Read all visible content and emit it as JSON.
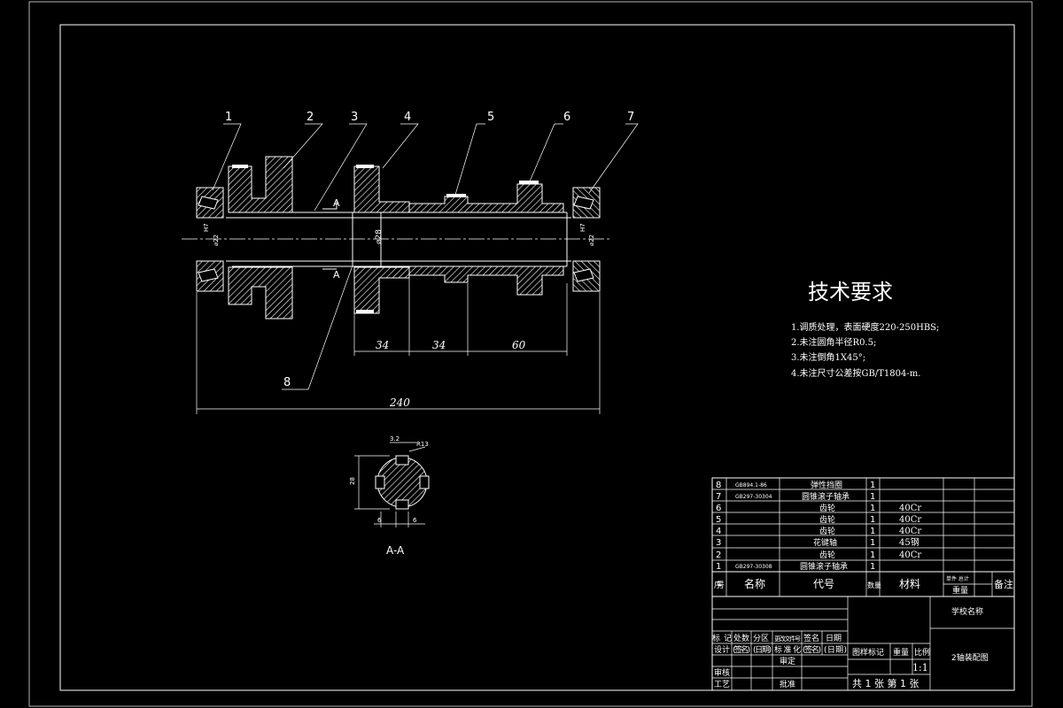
{
  "drawing": {
    "balloons": [
      "1",
      "2",
      "3",
      "4",
      "5",
      "6",
      "7",
      "8"
    ],
    "section_marks": {
      "top": "A",
      "bottom": "A",
      "label": "A-A"
    },
    "dims": {
      "d34a": "34",
      "d34b": "34",
      "d60": "60",
      "d240": "240",
      "dia28": "⌀28",
      "h7l": "H7",
      "h7r": "H7",
      "dia_l": "⌀22",
      "dia_r": "⌀22"
    },
    "section_dims": {
      "s1": "3.2",
      "s2": "R13",
      "s3": "28",
      "s4": "6",
      "s5": "6"
    }
  },
  "tech": {
    "title": "技术要求",
    "lines": [
      "1.调质处理，表面硬度220-250HBS;",
      "2.未注圆角半径R0.5;",
      "3.未注倒角1X45°;",
      "4.未注尺寸公差按GB/T1804-m."
    ]
  },
  "bom": {
    "rows": [
      {
        "no": "8",
        "code": "GB894.1-86",
        "name": "弹性挡圈",
        "qty": "1",
        "mat": ""
      },
      {
        "no": "7",
        "code": "GB297-30304",
        "name": "圆锥滚子轴承",
        "qty": "1",
        "mat": ""
      },
      {
        "no": "6",
        "code": "",
        "name": "齿轮",
        "qty": "1",
        "mat": "40Cr"
      },
      {
        "no": "5",
        "code": "",
        "name": "齿轮",
        "qty": "1",
        "mat": "40Cr"
      },
      {
        "no": "4",
        "code": "",
        "name": "齿轮",
        "qty": "1",
        "mat": "40Cr"
      },
      {
        "no": "3",
        "code": "",
        "name": "花键轴",
        "qty": "1",
        "mat": "45钢"
      },
      {
        "no": "2",
        "code": "",
        "name": "齿轮",
        "qty": "1",
        "mat": "40Cr"
      },
      {
        "no": "1",
        "code": "GB297-30308",
        "name": "圆锥滚子轴承",
        "qty": "1",
        "mat": ""
      }
    ],
    "header": {
      "no": "序号",
      "name": "名称",
      "code": "代号",
      "qty": "数量",
      "mat": "材料",
      "unit": "单件 总计",
      "weight": "重量",
      "remark": "备注"
    }
  },
  "title_block": {
    "school": "学校名称",
    "drawing_name": "2轴装配图",
    "row_a": [
      "标记",
      "处数",
      "分区",
      "更改文件号",
      "签名",
      "日期"
    ],
    "row_b": [
      "设计",
      "(签名)",
      "(日期)",
      "标准化",
      "(签名)",
      "(日期)"
    ],
    "audit": "审核",
    "craft": "工艺",
    "approve": "批准",
    "check": "审定",
    "stage": "图样标记",
    "weight": "重量",
    "scale_label": "比例",
    "scale": "1:1",
    "sheets": "共 1 张 第 1 张"
  }
}
